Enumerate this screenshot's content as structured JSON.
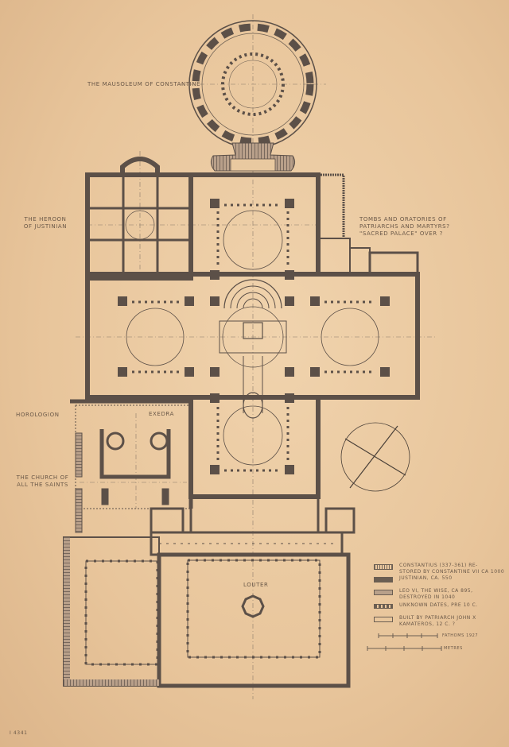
{
  "labels": {
    "mausoleum": "THE MAUSOLEUM OF CONSTANTINE",
    "heroon": "THE HEROON\nOF JUSTINIAN",
    "tombs": "TOMBS AND ORATORIES OF\nPATRIARCHS AND MARTYRS?\n\"SACRED PALACE\" OVER ?",
    "horologion": "HOROLOGION",
    "exedra": "EXEDRA",
    "all_saints": "THE CHURCH OF\nALL THE SAINTS",
    "louter": "LOUTER",
    "sheet_number": "I 4341"
  },
  "legend": [
    {
      "pattern": "hatch",
      "text": "CONSTANTIUS (337-361) RE-\nSTORED BY CONSTANTINE VII CA 1000"
    },
    {
      "pattern": "solid",
      "text": "JUSTINIAN, CA. 550"
    },
    {
      "pattern": "light",
      "text": "LEO VI, THE WISE, CA 895,\nDESTROYED IN 1040"
    },
    {
      "pattern": "dash",
      "text": "UNKNOWN DATES, PRE 10 C."
    },
    {
      "pattern": "open",
      "text": "BUILT BY PATRIARCH JOHN X\nKAMATEROS, 12 C. ?"
    }
  ],
  "scale": {
    "fathoms": "FATHOMS 1927",
    "metres": "METRES"
  },
  "colors": {
    "paper": "#e9c9a0",
    "ink": "#6b5e52",
    "wall": "#5c5048"
  }
}
